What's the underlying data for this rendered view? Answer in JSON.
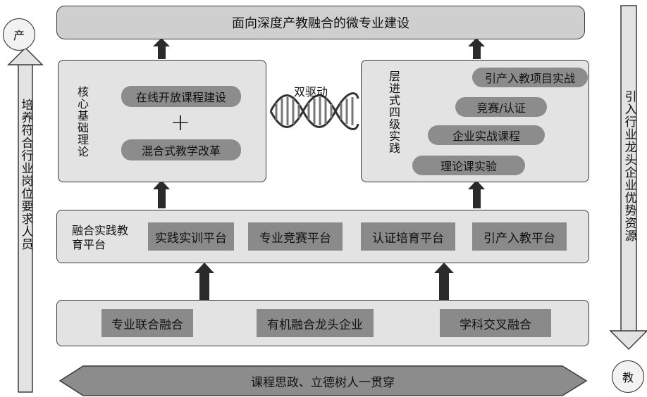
{
  "top_goal": "面向深度产教融合的微专业建设",
  "left_circle": "产",
  "right_circle": "教",
  "left_arrow_text": "培养符合行业岗位要求人员",
  "right_arrow_text": "引入行业龙头企业优势资源",
  "core": {
    "title": "核心基础理论",
    "item1": "在线开放课程建设",
    "plus": "+",
    "item2": "混合式教学改革"
  },
  "dual_drive": "双驱动",
  "practice": {
    "title": "层进式四级实践",
    "levels": [
      "理论课实验",
      "企业实战课程",
      "竞赛/认证",
      "引产入教项目实战"
    ]
  },
  "platform": {
    "title": "融合实践教育平台",
    "items": [
      "实践实训平台",
      "专业竞赛平台",
      "认证培育平台",
      "引产入教平台"
    ]
  },
  "fusion": {
    "left": "专业联合融合",
    "center": "有机融合龙头企业",
    "right": "学科交叉融合"
  },
  "bottom_banner": "课程思政、立德树人一贯穿"
}
